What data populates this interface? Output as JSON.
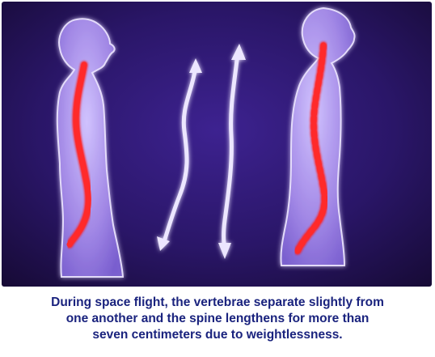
{
  "caption": {
    "line1": "During space flight, the vertebrae separate slightly from",
    "line2": "one another and the spine lengthens for more than",
    "line3": "seven centimeters due to weightlessness."
  },
  "colors": {
    "background_dark": "#1a0c3a",
    "background_glow": "#5a2fb0",
    "body_fill": "#b39df0",
    "body_edge": "#e8e0ff",
    "spine": "#ff1a1a",
    "arrow": "#ece6ff",
    "caption_text": "#1a237e"
  }
}
